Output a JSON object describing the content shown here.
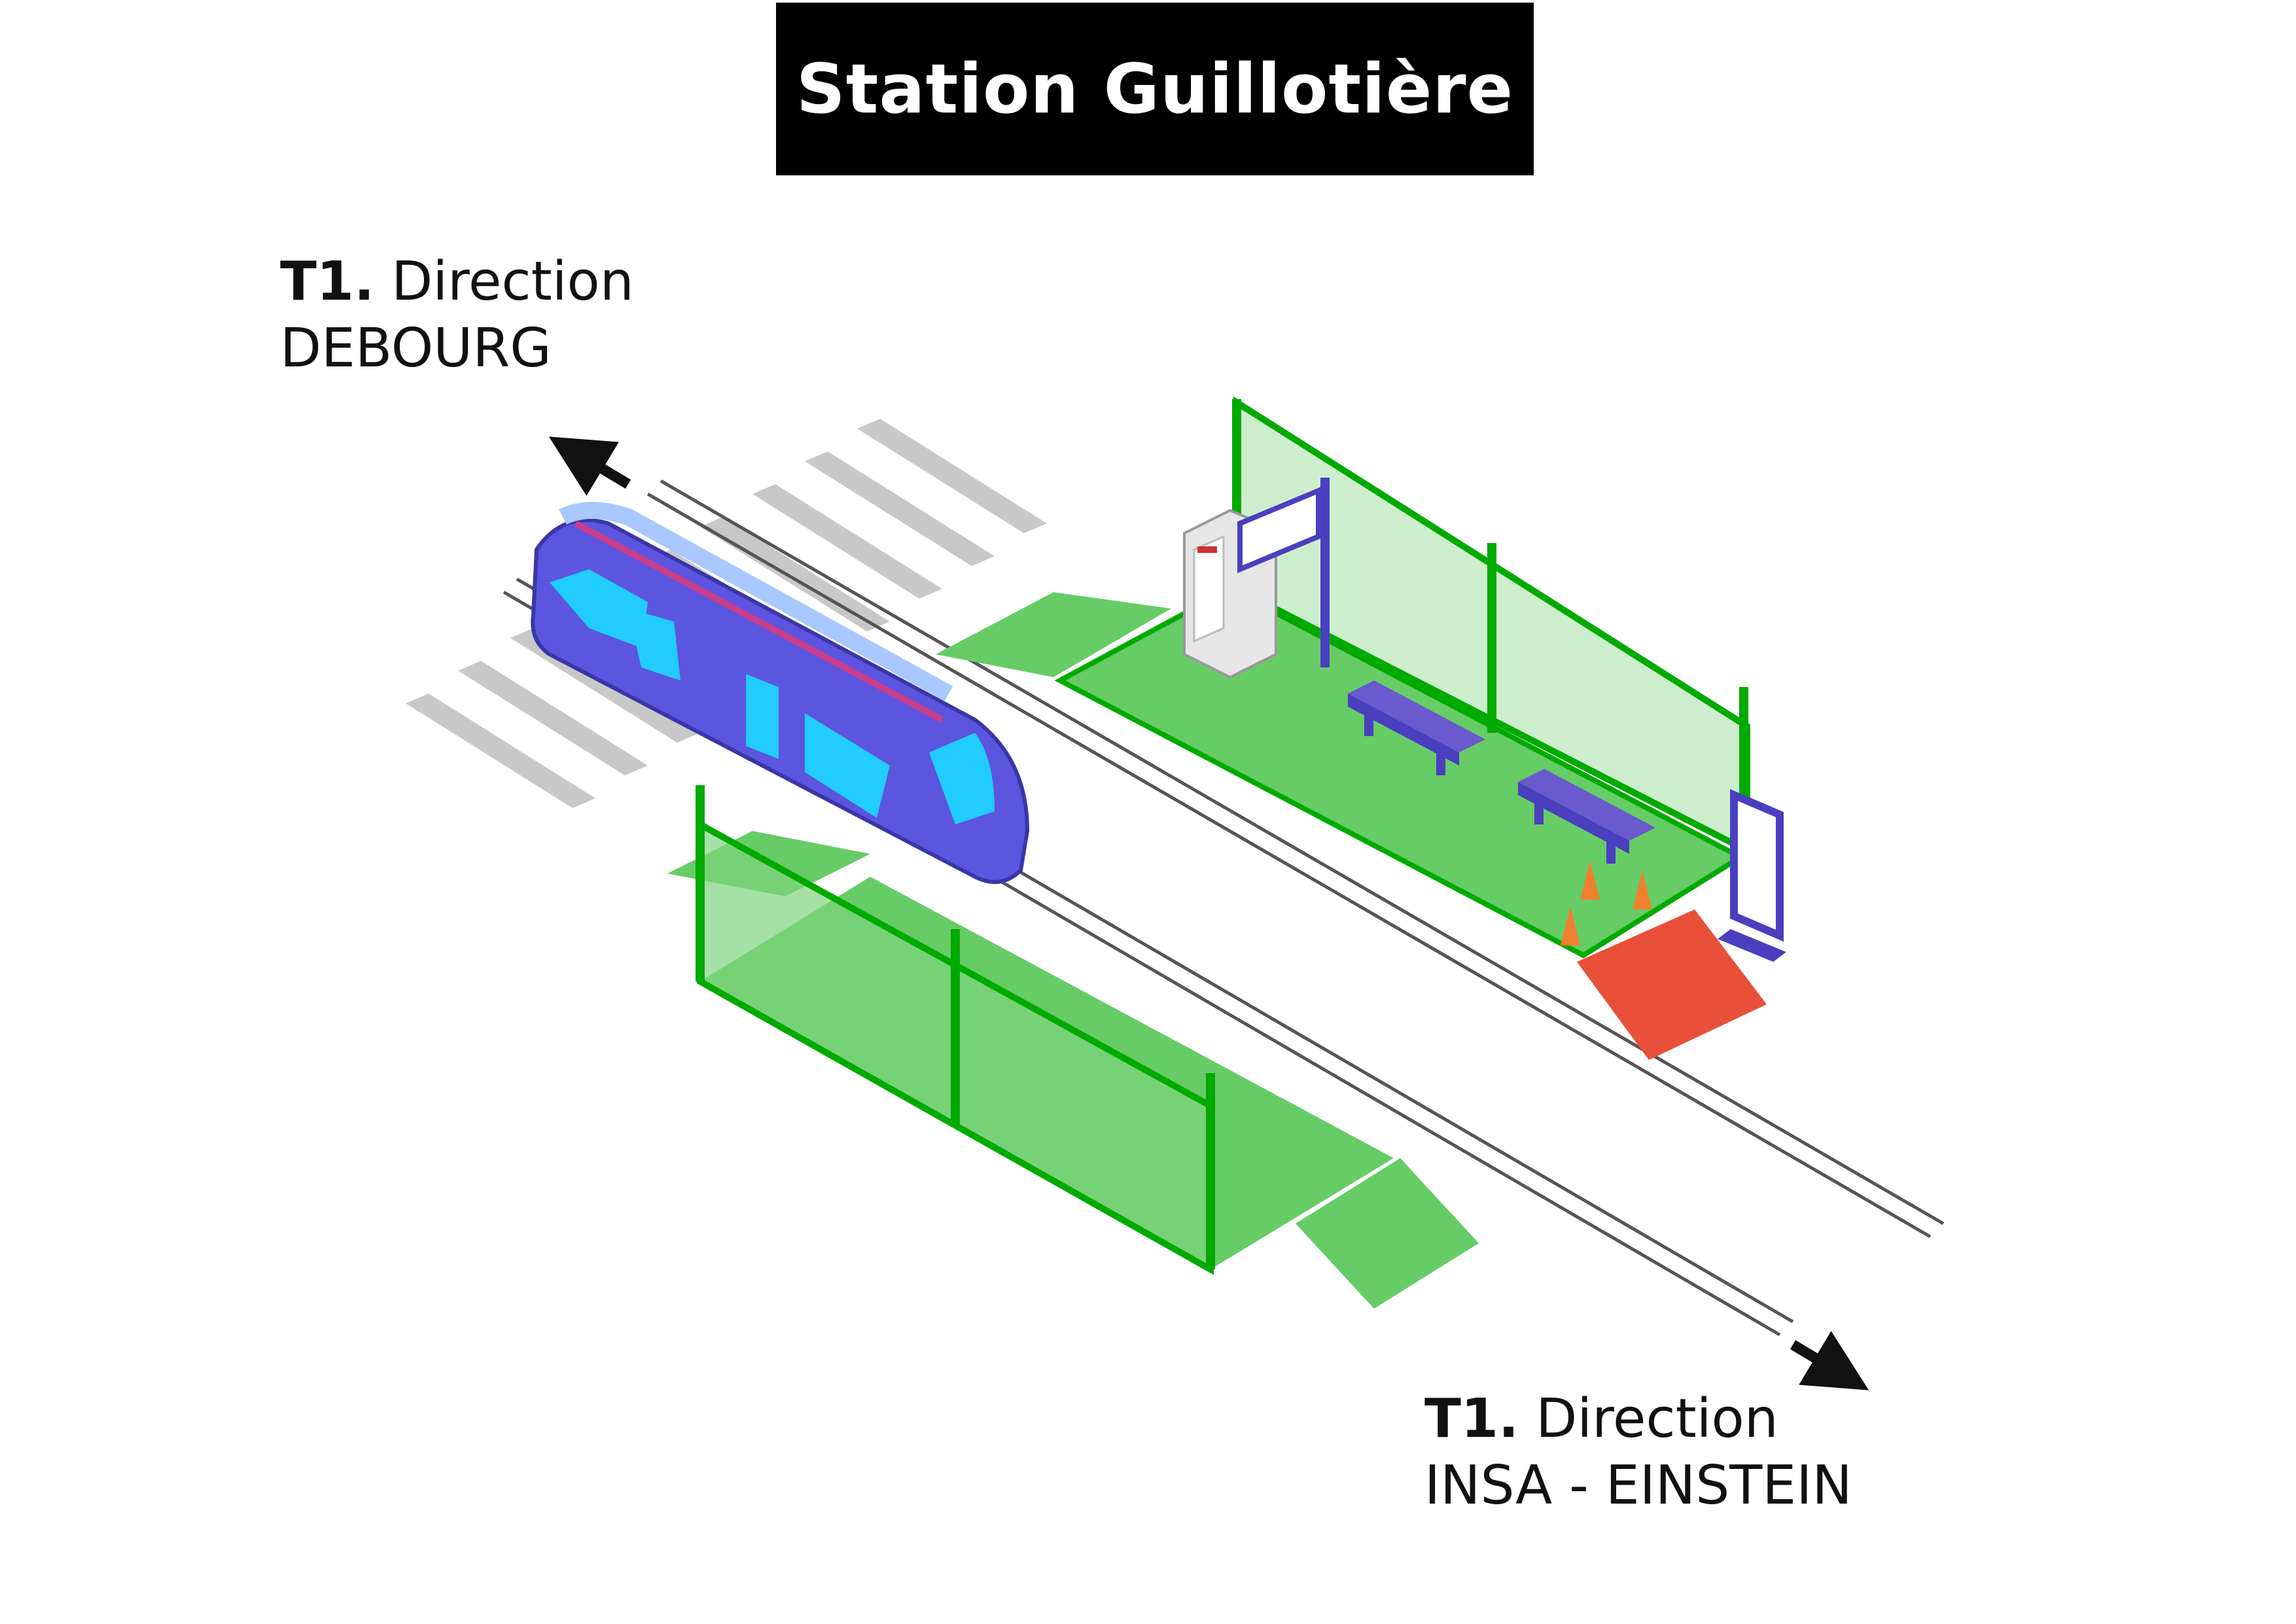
{
  "title": "Station Guillotière",
  "directions": {
    "top": {
      "line": "T1.",
      "word": "Direction",
      "destination": "DEBOURG"
    },
    "bottom": {
      "line": "T1.",
      "word": "Direction",
      "destination": "INSA - EINSTEIN"
    }
  },
  "colors": {
    "platform": "#66cc66",
    "platform_edge": "#00aa00",
    "glass": "#cdeecd",
    "ramp_accessible": "#e8503a",
    "tram_body": "#5b55e0",
    "tram_stripe": "#c83d8a",
    "bench": "#6a5acd",
    "crosswalk": "#c8c8c8",
    "rail": "#555555"
  },
  "icons": [
    "tram-icon",
    "bench-icon",
    "ticket-machine-icon",
    "info-display-icon",
    "traffic-cone-icon",
    "arrow-icon"
  ]
}
